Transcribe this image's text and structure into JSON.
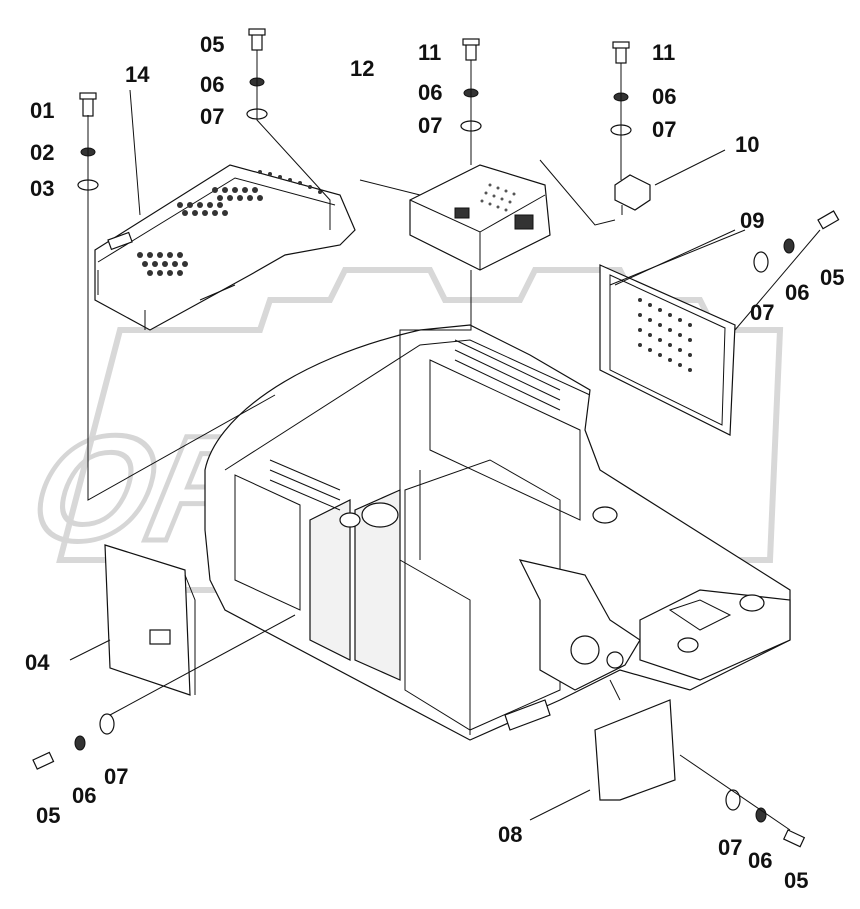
{
  "watermark": "OPEX",
  "labels": {
    "l01": "01",
    "l02": "02",
    "l03": "03",
    "l04": "04",
    "l05_top": "05",
    "l06_top": "06",
    "l07_top": "07",
    "l14": "14",
    "l12": "12",
    "l11_mid": "11",
    "l06_mid": "06",
    "l07_mid": "07",
    "l11_right": "11",
    "l06_right": "06",
    "l07_right": "07",
    "l10": "10",
    "l09": "09",
    "l05_r": "05",
    "l06_r": "06",
    "l07_r": "07",
    "l05_bl": "05",
    "l06_bl": "06",
    "l07_bl": "07",
    "l08": "08",
    "l07_br": "07",
    "l06_br": "06",
    "l05_br": "05"
  }
}
